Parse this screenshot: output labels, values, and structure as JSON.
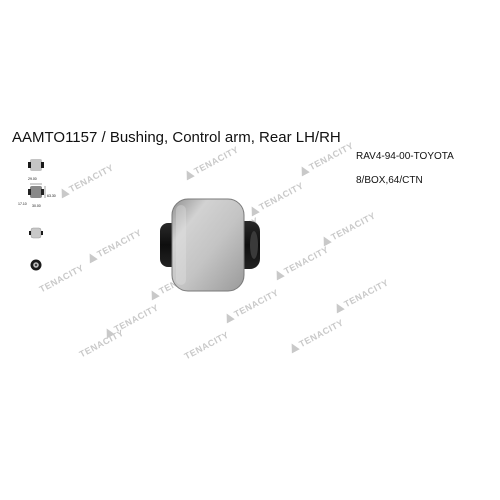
{
  "product": {
    "title": "AAMTO1157 / Bushing, Control arm, Rear LH/RH",
    "application": "RAV4-94-00-TOYOTA",
    "packaging": "8/BOX,64/CTN"
  },
  "gallery": {
    "thumbnails": [
      {
        "name": "thumbnail-photo"
      },
      {
        "name": "thumbnail-dimension-drawing",
        "dims": [
          "29.00",
          "17.10",
          "30.00",
          "63.30"
        ]
      },
      {
        "name": "thumbnail-side-view"
      },
      {
        "name": "thumbnail-end-view"
      }
    ]
  },
  "watermark": {
    "brand": "TENACITY",
    "color": "#c9c9c9"
  },
  "colors": {
    "rubber_dark": "#1a1a1a",
    "metal_sleeve": "#bdbdbd"
  }
}
